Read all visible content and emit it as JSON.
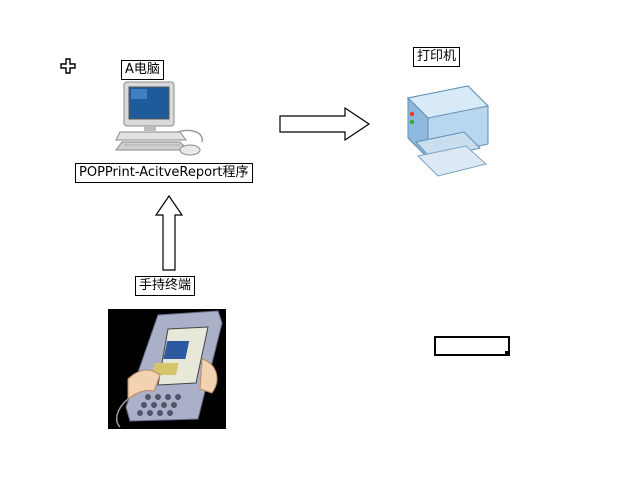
{
  "nodes": {
    "computer_label": "A电脑",
    "program_label": "POPPrint-AcitveReport程序",
    "printer_label": "打印机",
    "handheld_label": "手持终端"
  },
  "icons": {
    "move_cursor": "move-cursor-icon",
    "computer": "computer-icon",
    "printer": "printer-icon",
    "handheld": "handheld-terminal-icon",
    "arrow_right": "arrow-right-icon",
    "arrow_up": "arrow-up-icon"
  },
  "colors": {
    "screen_blue": "#1f5a9a",
    "monitor_gray": "#d6d6d6",
    "printer_blue": "#9ec6e6",
    "handheld_gray": "#aab0c8",
    "photo_bg": "#000000"
  }
}
